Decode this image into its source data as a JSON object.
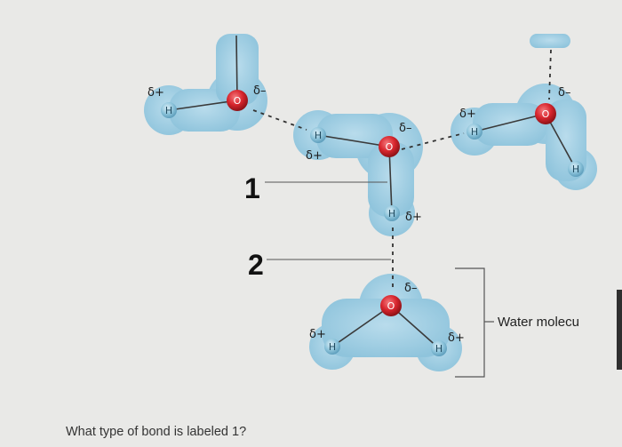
{
  "figure": {
    "labels": {
      "number_1": "1",
      "number_2": "2",
      "caption": "Water molecu"
    },
    "atoms": {
      "oxygen": "O",
      "hydrogen": "H"
    },
    "charges": {
      "partial_positive": "δ+",
      "partial_negative": "δ–"
    }
  },
  "question": {
    "text": "What type of bond is labeled 1?"
  },
  "colors": {
    "background": "#e9e9e7",
    "electron_cloud": "#a9d3e7",
    "oxygen": "#d8262e",
    "hydrogen": "#7fb9d3",
    "bond_line": "#3a3a3a"
  }
}
